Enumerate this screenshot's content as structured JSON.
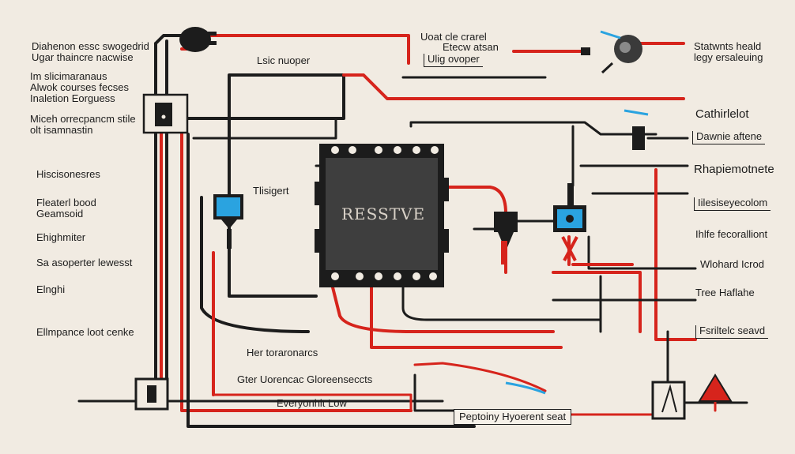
{
  "diagram": {
    "center_component_label": "RESSTVE",
    "colors": {
      "background": "#f1ebe2",
      "wire_black": "#1c1c1c",
      "wire_red": "#d6241c",
      "component_body": "#3e3e3e",
      "accent_blue": "#2aa3e0"
    },
    "left_labels": [
      "Diahenon essc swogedrid\nUgar thaincre nacwise",
      "Im slicimaranaus\nAlwok courses fecses\nInaletion Eorguess",
      "Miceh orrecpancm stile\nolt isamnastin",
      "Hiscisonesres",
      "Fleaterl bood\nGeamsoid",
      "Ehighmiter",
      "Sa asoperter lewesst",
      "Elnghi",
      "Ellmpance loot cenke"
    ],
    "center_labels": [
      "Lsic nuoper",
      "Uoat cle crarel",
      "Etecw atsan",
      "Ulig ovoper",
      "Tlisigert",
      "Her toraronarcs",
      "Gter Uorencac Gloreenseccts",
      "Everyonhit Low",
      "Peptoiny Hyoerent seat"
    ],
    "right_labels": [
      "Statwnts heald\nlegy ersaleuing",
      "Cathirlelot",
      "Dawnie aftene",
      "Rhapiemotnete",
      "Iilesiseyecolom",
      "Ihlfe fecoralliont",
      "Wlohard Icrod",
      "Tree Haflahe",
      "Fsriltelc seavd"
    ],
    "icons": [
      "plug-icon",
      "switch-icon",
      "fuse-icon",
      "relay-icon",
      "blue-sensor-icon",
      "black-relay-icon",
      "blue-relay-icon",
      "bulb-icon",
      "warning-triangle-icon",
      "ground-icon",
      "coil-icon"
    ]
  }
}
